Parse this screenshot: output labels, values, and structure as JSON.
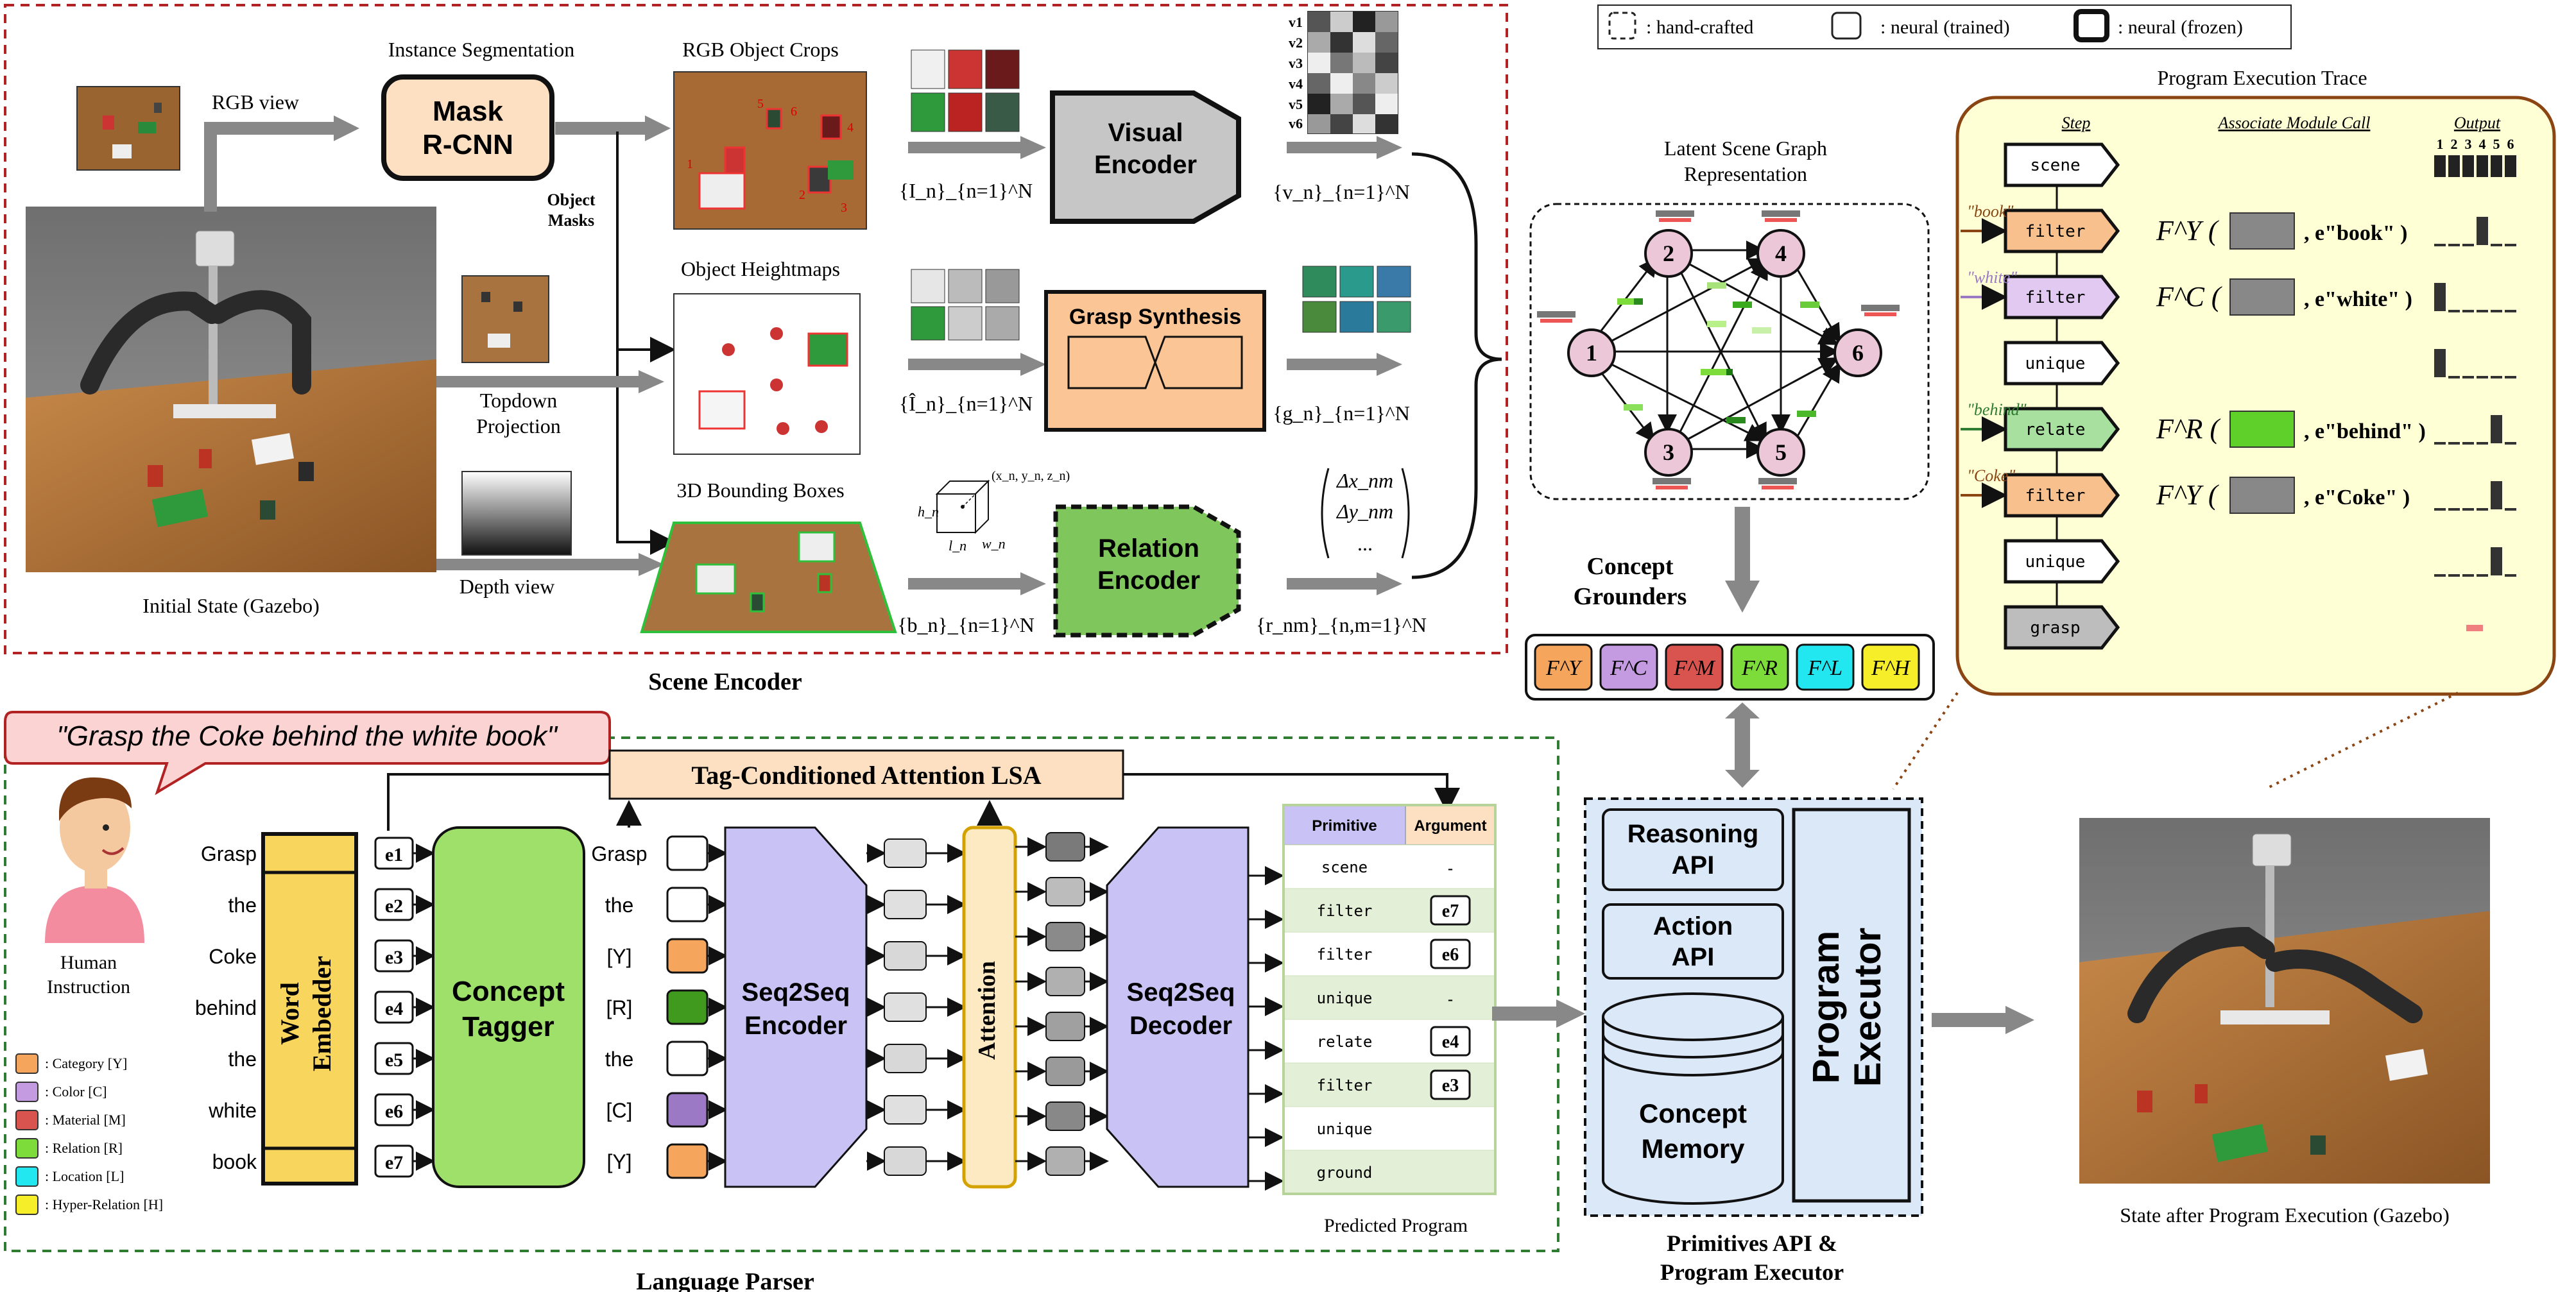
{
  "legend_top": {
    "hand_crafted": ": hand-crafted",
    "neural_trained": ": neural (trained)",
    "neural_frozen": ": neural (frozen)"
  },
  "scene_encoder": {
    "title": "Scene Encoder",
    "rgb_view": "RGB view",
    "instance_segmentation": "Instance Segmentation",
    "mask_rcnn_line1": "Mask",
    "mask_rcnn_line2": "R-CNN",
    "object_masks_line1": "Object",
    "object_masks_line2": "Masks",
    "rgb_object_crops": "RGB Object Crops",
    "visual_encoder_line1": "Visual",
    "visual_encoder_line2": "Encoder",
    "object_heightmaps": "Object Heightmaps",
    "grasp_synthesis": "Grasp Synthesis",
    "bounding_boxes": "3D Bounding Boxes",
    "relation_encoder_line1": "Relation",
    "relation_encoder_line2": "Encoder",
    "topdown_line1": "Topdown",
    "topdown_line2": "Projection",
    "depth_view": "Depth view",
    "initial_state": "Initial State (Gazebo)",
    "eq_I": "{I_n}_{n=1}^N",
    "eq_v": "{v_n}_{n=1}^N",
    "eq_Ihat": "{Î_n}_{n=1}^N",
    "eq_g": "{g_n}_{n=1}^N",
    "eq_b": "{b_n}_{n=1}^N",
    "eq_r": "{r_nm}_{n,m=1}^N",
    "eq_delta_x": "Δx_nm",
    "eq_delta_y": "Δy_nm",
    "eq_dots": "...",
    "v_labels": [
      "v1",
      "v2",
      "v3",
      "v4",
      "v5",
      "v6"
    ],
    "box_corner": "(x_n, y_n, z_n)",
    "box_h": "h_n",
    "box_l": "l_n",
    "box_w": "w_n",
    "crop_numbers": [
      "1",
      "2",
      "3",
      "4",
      "5",
      "6"
    ]
  },
  "scene_graph": {
    "title_line1": "Latent Scene Graph",
    "title_line2": "Representation",
    "nodes": [
      "1",
      "2",
      "3",
      "4",
      "5",
      "6"
    ]
  },
  "concept_grounders": {
    "title_line1": "Concept",
    "title_line2": "Grounders",
    "items": [
      {
        "label": "F^Y",
        "color": "#f5a55c"
      },
      {
        "label": "F^C",
        "color": "#c49be0"
      },
      {
        "label": "F^M",
        "color": "#d9534f"
      },
      {
        "label": "F^R",
        "color": "#7ddc3a"
      },
      {
        "label": "F^L",
        "color": "#22e6f0"
      },
      {
        "label": "F^H",
        "color": "#f7ee2a"
      }
    ]
  },
  "trace": {
    "title": "Program Execution Trace",
    "col_step": "Step",
    "col_call": "Associate Module Call",
    "col_output": "Output",
    "output_indices": [
      "1",
      "2",
      "3",
      "4",
      "5",
      "6"
    ],
    "steps": [
      {
        "op": "scene",
        "cue": "",
        "func": "",
        "arg": ""
      },
      {
        "op": "filter",
        "cue": "\"book\"",
        "func": "F^Y",
        "arg": "e\"book\""
      },
      {
        "op": "filter",
        "cue": "\"white\"",
        "func": "F^C",
        "arg": "e\"white\""
      },
      {
        "op": "unique",
        "cue": "",
        "func": "",
        "arg": ""
      },
      {
        "op": "relate",
        "cue": "\"behind\"",
        "func": "F^R",
        "arg": "e\"behind\""
      },
      {
        "op": "filter",
        "cue": "\"Coke\"",
        "func": "F^Y",
        "arg": "e\"Coke\""
      },
      {
        "op": "unique",
        "cue": "",
        "func": "",
        "arg": ""
      },
      {
        "op": "grasp",
        "cue": "",
        "func": "",
        "arg": ""
      }
    ]
  },
  "language_parser": {
    "title": "Language Parser",
    "instruction": "\"Grasp the Coke behind the white book\"",
    "human_line1": "Human",
    "human_line2": "Instruction",
    "words": [
      "Grasp",
      "the",
      "Coke",
      "behind",
      "the",
      "white",
      "book"
    ],
    "embeddings": [
      "e1",
      "e2",
      "e3",
      "e4",
      "e5",
      "e6",
      "e7"
    ],
    "word_embedder_line1": "Word",
    "word_embedder_line2": "Embedder",
    "concept_tagger_line1": "Concept",
    "concept_tagger_line2": "Tagger",
    "tags": [
      "Grasp",
      "the",
      "[Y]",
      "[R]",
      "the",
      "[C]",
      "[Y]"
    ],
    "tag_colors": [
      "#ffffff",
      "#ffffff",
      "#f5a55c",
      "#3f9a1e",
      "#ffffff",
      "#9b79c4",
      "#f5a55c"
    ],
    "lsa": "Tag-Conditioned Attention LSA",
    "seq2seq_encoder_line1": "Seq2Seq",
    "seq2seq_encoder_line2": "Encoder",
    "attention": "Attention",
    "seq2seq_decoder_line1": "Seq2Seq",
    "seq2seq_decoder_line2": "Decoder",
    "program_header": [
      "Primitive",
      "Argument"
    ],
    "program_rows": [
      {
        "primitive": "scene",
        "argument": "-"
      },
      {
        "primitive": "filter",
        "argument": "e7"
      },
      {
        "primitive": "filter",
        "argument": "e6"
      },
      {
        "primitive": "unique",
        "argument": "-"
      },
      {
        "primitive": "relate",
        "argument": "e4"
      },
      {
        "primitive": "filter",
        "argument": "e3"
      },
      {
        "primitive": "unique",
        "argument": ""
      },
      {
        "primitive": "ground",
        "argument": ""
      }
    ],
    "predicted_program": "Predicted Program",
    "legend": [
      {
        "label": ": Category [Y]",
        "color": "#f5a55c"
      },
      {
        "label": ": Color [C]",
        "color": "#c49be0"
      },
      {
        "label": ": Material [M]",
        "color": "#d9534f"
      },
      {
        "label": ": Relation [R]",
        "color": "#7ddc3a"
      },
      {
        "label": ": Location [L]",
        "color": "#22e6f0"
      },
      {
        "label": ": Hyper-Relation [H]",
        "color": "#f7ee2a"
      }
    ]
  },
  "executor": {
    "reasoning_line1": "Reasoning",
    "reasoning_line2": "API",
    "action_line1": "Action",
    "action_line2": "API",
    "memory_line1": "Concept",
    "memory_line2": "Memory",
    "program_executor_line1": "Program",
    "program_executor_line2": "Executor",
    "title_line1": "Primitives API &",
    "title_line2": "Program Executor"
  },
  "final_state": "State after Program Execution (Gazebo)"
}
